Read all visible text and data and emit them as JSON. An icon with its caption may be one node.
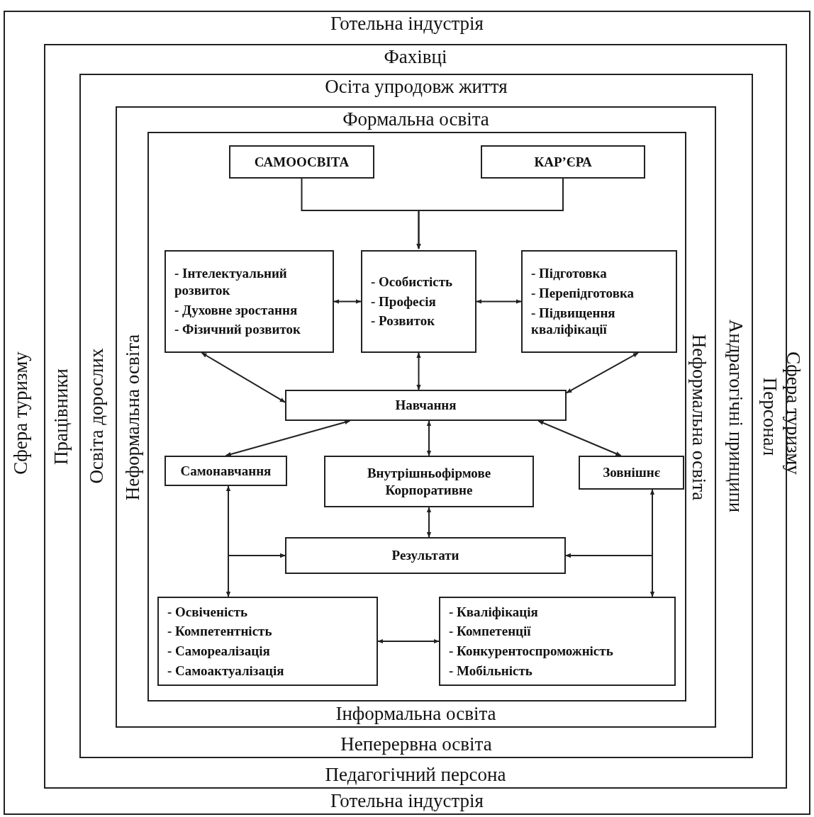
{
  "diagram": {
    "nodes": [
      {
        "text": [
          "Готельна індустрія",
          "Сфера туризму",
          "Сфера туризму",
          "Готельна індустрія"
        ]
      },
      {
        "text": [
          "Фахівці",
          "Працівники",
          "Персонал",
          "Педагогічний персона"
        ],
        "in": 0
      },
      {
        "text": [
          "Осіта упродовж життя",
          "Освіта дорослих",
          "Андрагогічні принципи",
          "Неперервна освіта"
        ],
        "in": 1
      },
      {
        "text": [
          "Формальна освіта",
          "Неформальна освіта",
          "Неформальна освіта",
          "Інформальна освіта"
        ],
        "in": 2
      },
      {
        "text": [],
        "shape": "box",
        "in": 3
      },
      {
        "text": [
          "САМООСВІТА"
        ],
        "in": 4
      },
      {
        "text": [
          "КАР’ЄРА"
        ],
        "in": 4
      },
      {
        "text": [
          "- Інтелектуальний розвиток",
          "- Духовне зростання",
          "- Фізичний розвиток"
        ],
        "in": 4
      },
      {
        "text": [
          "- Особистість",
          "- Професія",
          "- Розвиток"
        ],
        "in": 4
      },
      {
        "text": [
          "- Підготовка",
          "- Перепідготовка",
          "- Підвищення кваліфікації"
        ],
        "in": 4
      },
      {
        "text": [
          "Навчання"
        ],
        "in": 4
      },
      {
        "text": [
          "Самонавчання"
        ],
        "in": 4
      },
      {
        "text": [
          "Внутрішньофірмове Корпоративне"
        ],
        "in": 4
      },
      {
        "text": [
          "Зовнішнє"
        ],
        "in": 4
      },
      {
        "text": [
          "Результати"
        ],
        "in": 4
      },
      {
        "text": [
          "- Освіченість",
          "- Компетентність",
          "- Самореалізація",
          "- Самоактуалізація"
        ],
        "in": 4
      },
      {
        "text": [
          "- Кваліфікація",
          "- Компетенції",
          "- Конкурентоспроможність",
          "- Мобільність"
        ],
        "in": 4
      }
    ],
    "edges": [
      {
        "from": 5,
        "to": 8,
        "arrow": "to"
      },
      {
        "from": 6,
        "to": 8,
        "arrow": "to"
      },
      {
        "from": 7,
        "to": 8,
        "arrow": "both"
      },
      {
        "from": 8,
        "to": 9,
        "arrow": "both"
      },
      {
        "from": 7,
        "to": 10,
        "arrow": "both"
      },
      {
        "from": 8,
        "to": 10,
        "arrow": "both"
      },
      {
        "from": 9,
        "to": 10,
        "arrow": "both"
      },
      {
        "from": 10,
        "to": 11,
        "arrow": "both"
      },
      {
        "from": 10,
        "to": 12,
        "arrow": "both"
      },
      {
        "from": 10,
        "to": 13,
        "arrow": "both"
      },
      {
        "from": 12,
        "to": 14,
        "arrow": "both"
      },
      {
        "from": 14,
        "to": 11,
        "arrow": "both"
      },
      {
        "from": 14,
        "to": 15,
        "arrow": "both"
      },
      {
        "from": 14,
        "to": 13,
        "arrow": "both"
      },
      {
        "from": 14,
        "to": 16,
        "arrow": "both"
      },
      {
        "from": 15,
        "to": 16,
        "arrow": "both"
      }
    ]
  }
}
